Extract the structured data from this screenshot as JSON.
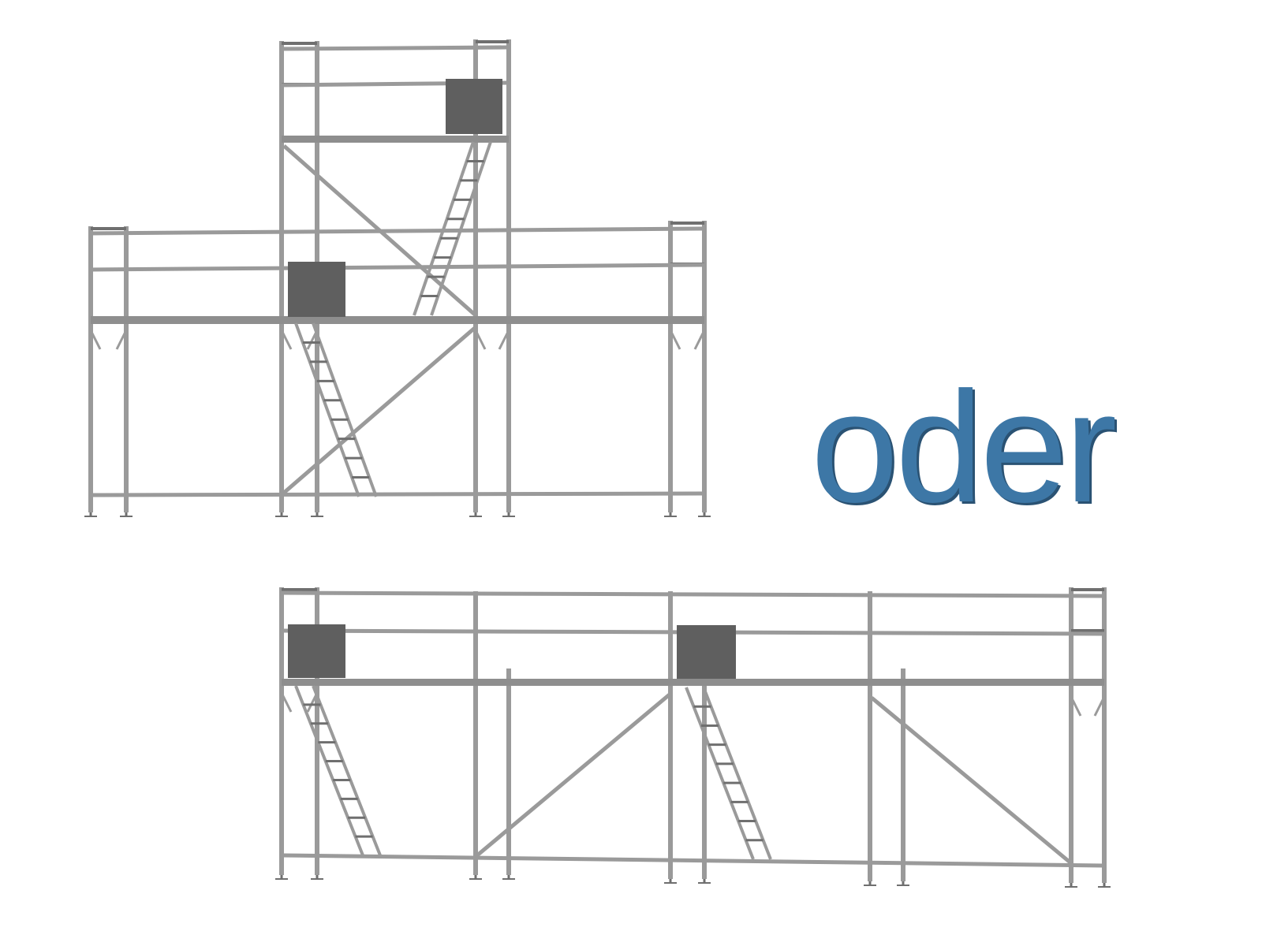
{
  "caption": "oder",
  "colors": {
    "caption": "#3d77a6",
    "tube": "#9a9a9a",
    "tube_dark": "#6f6f6f",
    "deck": "#8e8e8e",
    "box": "#5f5f5f",
    "background": "#ffffff"
  },
  "variants": [
    {
      "name": "two-level-tower-scaffold"
    },
    {
      "name": "long-single-level-scaffold"
    }
  ]
}
